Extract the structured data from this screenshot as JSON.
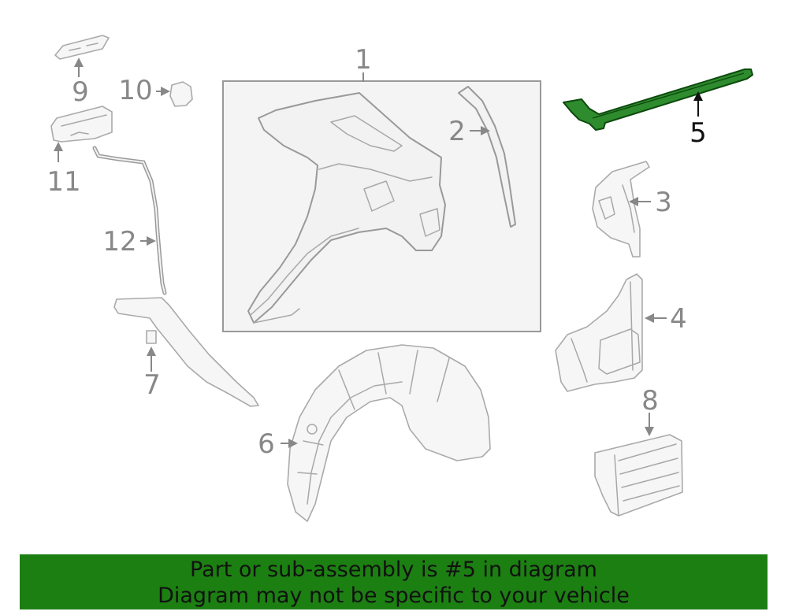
{
  "callouts": {
    "c1": "1",
    "c2": "2",
    "c3": "3",
    "c4": "4",
    "c5": "5",
    "c6": "6",
    "c7": "7",
    "c8": "8",
    "c9": "9",
    "c10": "10",
    "c11": "11",
    "c12": "12"
  },
  "highlighted_callout": "5",
  "colors": {
    "highlight_part": "#2e8b2e",
    "banner_background": "#1c7f12",
    "part_outline": "#999999",
    "callout_text": "#888888"
  },
  "banner": {
    "line1": "Part or sub-assembly is #5 in diagram",
    "line2": "Diagram may not be specific to your vehicle"
  }
}
